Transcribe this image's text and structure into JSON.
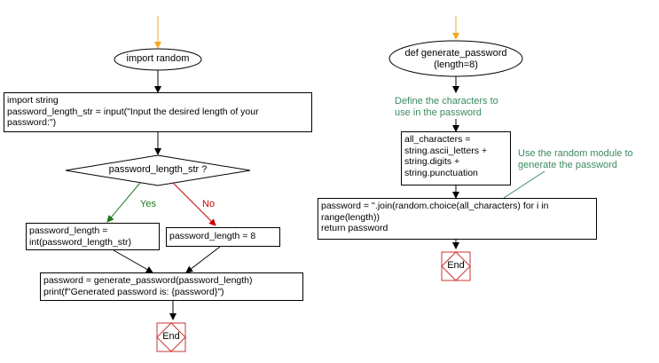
{
  "left_flow": {
    "start": "import random",
    "block1": [
      "import string",
      "password_length_str = input(\"Input the desired length of your",
      "password:\")"
    ],
    "decision": "password_length_str ?",
    "yes_label": "Yes",
    "no_label": "No",
    "yes_box": [
      "password_length =",
      "int(password_length_str)"
    ],
    "no_box": [
      "password_length = 8"
    ],
    "block2": [
      "password = generate_password(password_length)",
      "print(f\"Generated password is: {password}\")"
    ],
    "end": "End"
  },
  "right_flow": {
    "start": [
      "def generate_password",
      "(length=8)"
    ],
    "comment1": [
      "Define the characters to",
      "use in the password"
    ],
    "block1": [
      "all_characters =",
      "string.ascii_letters +",
      "string.digits +",
      "string.punctuation"
    ],
    "comment2": [
      "Use the random module to",
      "generate the password"
    ],
    "block2": [
      "password = ''.join(random.choice(all_characters) for i in",
      "range(length))",
      "return password"
    ],
    "end": "End"
  },
  "colors": {
    "start_arrow": "#f5a623",
    "yes": "#1e7a1e",
    "no": "#cc0000",
    "comment": "#3a8a5f",
    "end_border": "#cc3333"
  }
}
